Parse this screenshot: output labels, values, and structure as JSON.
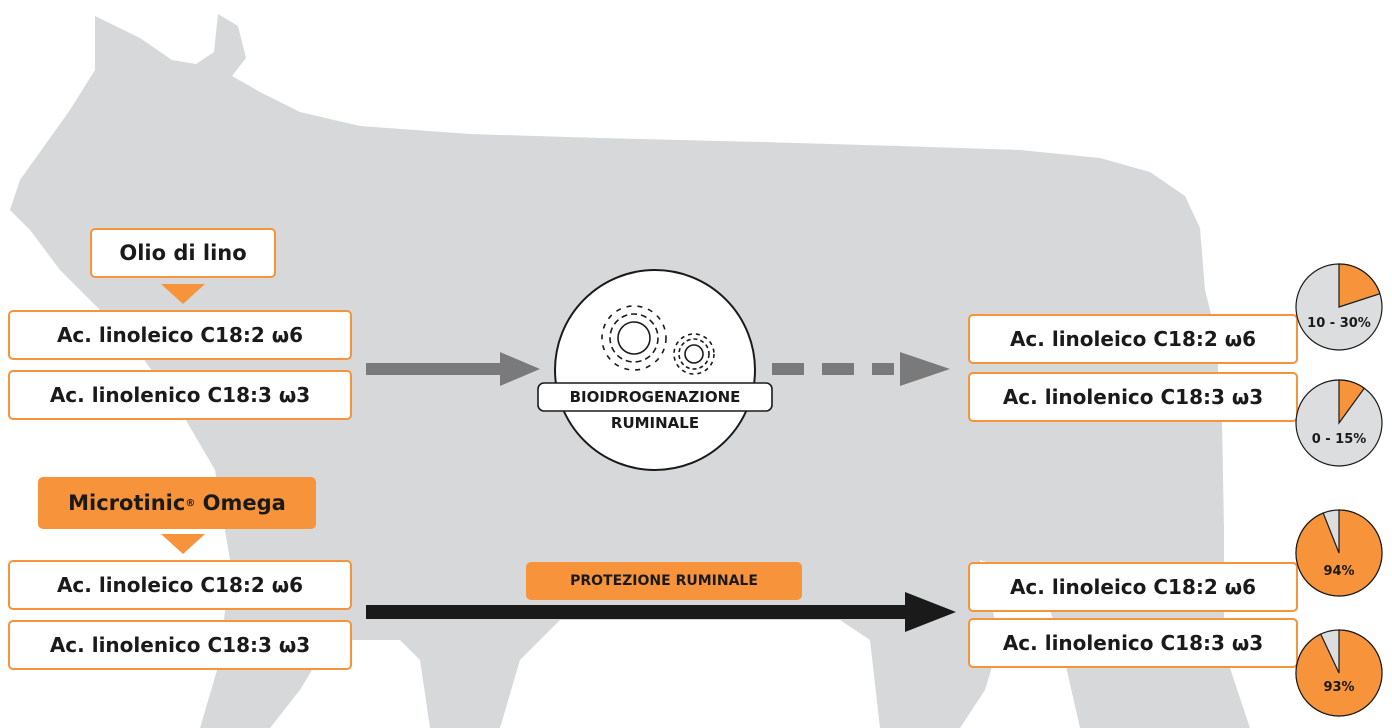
{
  "colors": {
    "accent": "#f7933b",
    "silhouette": "#d6d8da",
    "pie_bg": "#dcdddf",
    "arrow_grey": "#7a7a7a",
    "arrow_black": "#1a1a1a"
  },
  "top": {
    "source": "Olio di lino",
    "inputs": [
      "Ac. linoleico C18:2 ω6",
      "Ac. linolenico C18:3 ω3"
    ],
    "process": {
      "line1": "BIOIDROGENAZIONE",
      "line2": "RUMINALE",
      "icon": "gears-icon"
    },
    "outputs": [
      "Ac. linoleico C18:2 ω6",
      "Ac. linolenico C18:3 ω3"
    ],
    "pies": [
      {
        "label": "10 - 30%",
        "fraction": 0.2
      },
      {
        "label": "0 - 15%",
        "fraction": 0.1
      }
    ]
  },
  "bottom": {
    "source_name": "Microtinic",
    "source_mark": "®",
    "source_suffix": " Omega",
    "inputs": [
      "Ac. linoleico C18:2 ω6",
      "Ac. linolenico C18:3 ω3"
    ],
    "process": "PROTEZIONE RUMINALE",
    "outputs": [
      "Ac. linoleico C18:2 ω6",
      "Ac. linolenico C18:3 ω3"
    ],
    "pies": [
      {
        "label": "94%",
        "fraction": 0.94
      },
      {
        "label": "93%",
        "fraction": 0.93
      }
    ]
  }
}
